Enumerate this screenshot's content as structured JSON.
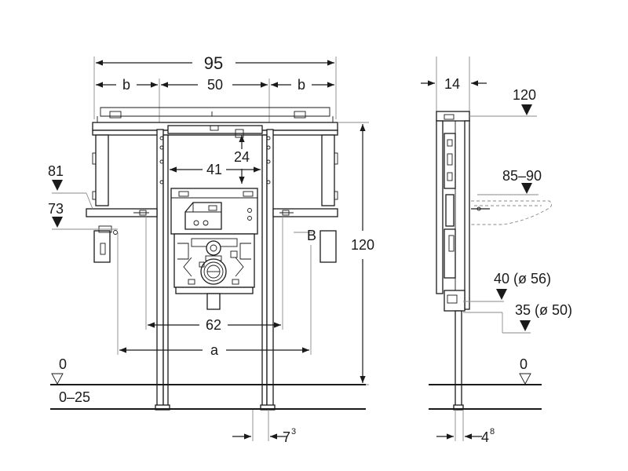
{
  "front_view": {
    "dim_overall_width": "95",
    "dim_side_left": "b",
    "dim_center_width": "50",
    "dim_side_right": "b",
    "dim_height_24": "24",
    "dim_width_41": "41",
    "dim_width_62": "62",
    "dim_width_a": "a",
    "dim_height_120": "120",
    "label_81": "81",
    "label_73": "73",
    "label_B": "B",
    "floor_zero": "0",
    "floor_range": "0–25",
    "foot_offset": "7",
    "foot_offset_sup": "3"
  },
  "side_view": {
    "dim_depth_14": "14",
    "label_120": "120",
    "label_85_90": "85–90",
    "label_40_56": "40 (ø 56)",
    "label_35_50": "35 (ø 50)",
    "floor_zero": "0",
    "foot_offset": "4",
    "foot_offset_sup": "8"
  }
}
